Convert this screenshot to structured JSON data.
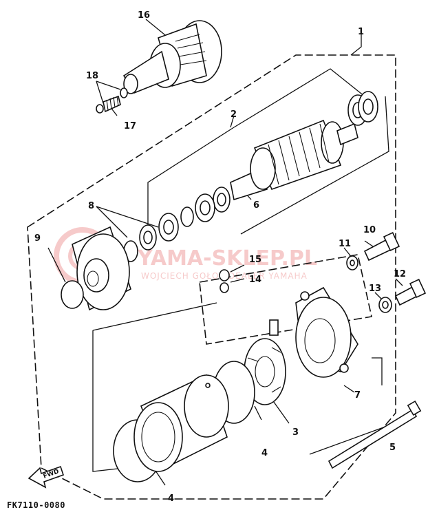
{
  "diagram": {
    "document_code": "FK7110-0080",
    "direction_label": "FWD",
    "watermark": {
      "main": "YAMA-SKLEP.PL",
      "sub": "WOJCIECH GOŁOS DEALER YAMAHA",
      "color": "#f0a0a0"
    },
    "callouts": {
      "c1": "1",
      "c2": "2",
      "c3": "3",
      "c4a": "4",
      "c4b": "4",
      "c5": "5",
      "c6": "6",
      "c7": "7",
      "c8": "8",
      "c9": "9",
      "c10": "10",
      "c11": "11",
      "c12": "12",
      "c13": "13",
      "c14": "14",
      "c15": "15",
      "c16": "16",
      "c17": "17",
      "c18": "18"
    }
  }
}
